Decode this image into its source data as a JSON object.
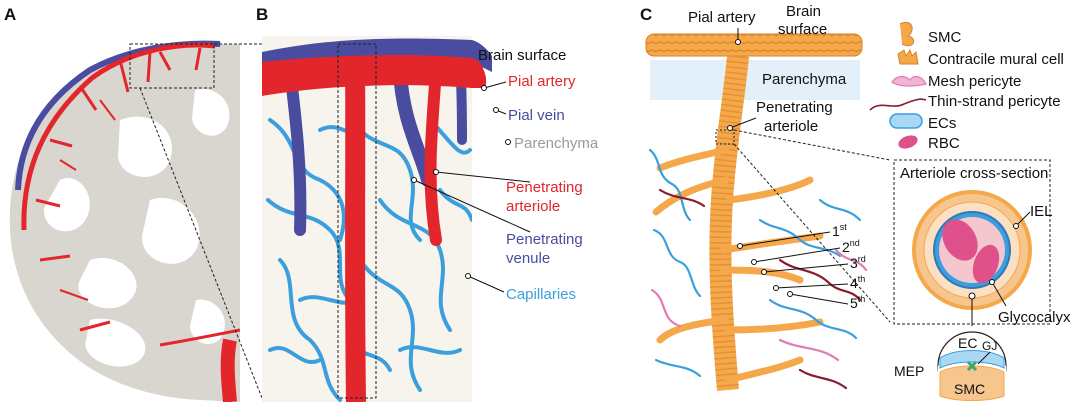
{
  "panels": {
    "a": {
      "letter": "A"
    },
    "b": {
      "letter": "B",
      "labels": {
        "brain_surface": "Brain surface",
        "pial_artery": "Pial artery",
        "pial_vein": "Pial vein",
        "parenchyma": "Parenchyma",
        "penetrating_arteriole_1": "Penetrating",
        "penetrating_arteriole_2": "arteriole",
        "penetrating_venule_1": "Penetrating",
        "penetrating_venule_2": "venule",
        "capillaries": "Capillaries"
      }
    },
    "c": {
      "letter": "C",
      "labels": {
        "pial_artery": "Pial artery",
        "brain_surface_1": "Brain",
        "brain_surface_2": "surface",
        "parenchyma": "Parenchyma",
        "penetrating_arteriole_1": "Penetrating",
        "penetrating_arteriole_2": "arteriole"
      },
      "orders": [
        {
          "num": "1",
          "sup": "st"
        },
        {
          "num": "2",
          "sup": "nd"
        },
        {
          "num": "3",
          "sup": "rd"
        },
        {
          "num": "4",
          "sup": "th"
        },
        {
          "num": "5",
          "sup": "th"
        }
      ],
      "legend": [
        {
          "label": "SMC",
          "icon": "smc-icon"
        },
        {
          "label": "Contracile mural cell",
          "icon": "contractile-mural-cell-icon"
        },
        {
          "label": "Mesh pericyte",
          "icon": "mesh-pericyte-icon"
        },
        {
          "label": "Thin-strand pericyte",
          "icon": "thin-strand-pericyte-icon"
        },
        {
          "label": "ECs",
          "icon": "ec-icon"
        },
        {
          "label": "RBC",
          "icon": "rbc-icon"
        }
      ],
      "cross_section": {
        "title": "Arteriole cross-section",
        "iel": "IEL",
        "glycocalyx": "Glycocalyx",
        "ec": "EC",
        "gj": "GJ",
        "mep": "MEP",
        "smc": "SMC"
      }
    }
  },
  "colors": {
    "artery": "#e3262b",
    "vein": "#4a4ca0",
    "capillary": "#3a9fdc",
    "smc": "#f5a84a",
    "brain_gray": "#d9d6cf",
    "pericyte_pink": "#e27bb5",
    "rbc": "#e0508a"
  }
}
